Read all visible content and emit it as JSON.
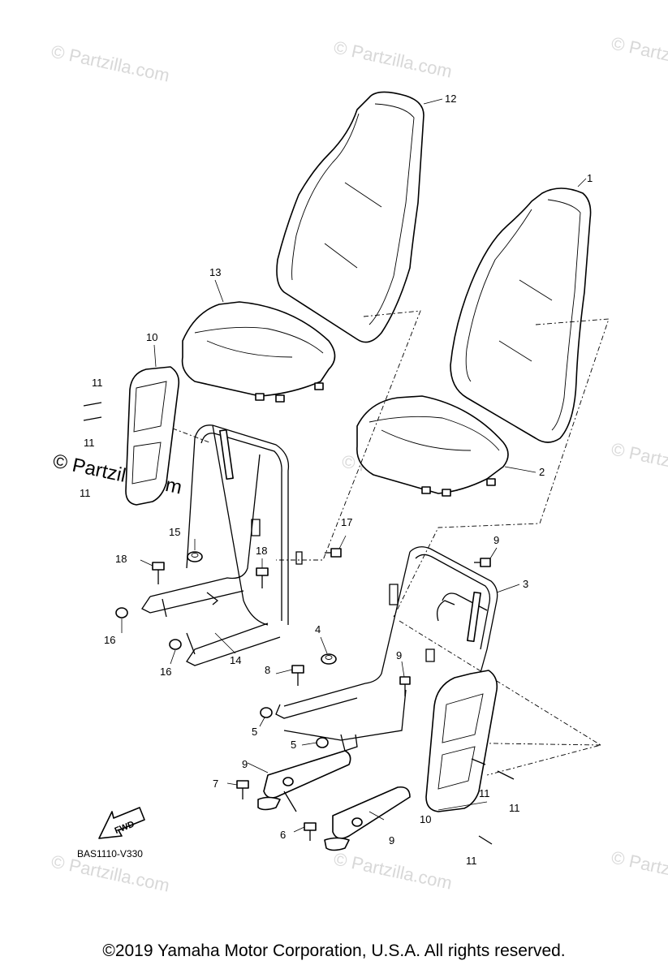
{
  "diagram": {
    "drawing_code": "BAS1110-V330",
    "fwd_label": "FWD",
    "copyright": "©2019 Yamaha Motor Corporation, U.S.A. All rights reserved.",
    "watermark": "© Partzilla.com",
    "callouts": [
      "1",
      "2",
      "3",
      "4",
      "5",
      "5",
      "6",
      "7",
      "8",
      "9",
      "9",
      "9",
      "9",
      "10",
      "10",
      "11",
      "11",
      "11",
      "11",
      "11",
      "11",
      "12",
      "13",
      "14",
      "15",
      "16",
      "16",
      "17",
      "18",
      "18"
    ]
  }
}
